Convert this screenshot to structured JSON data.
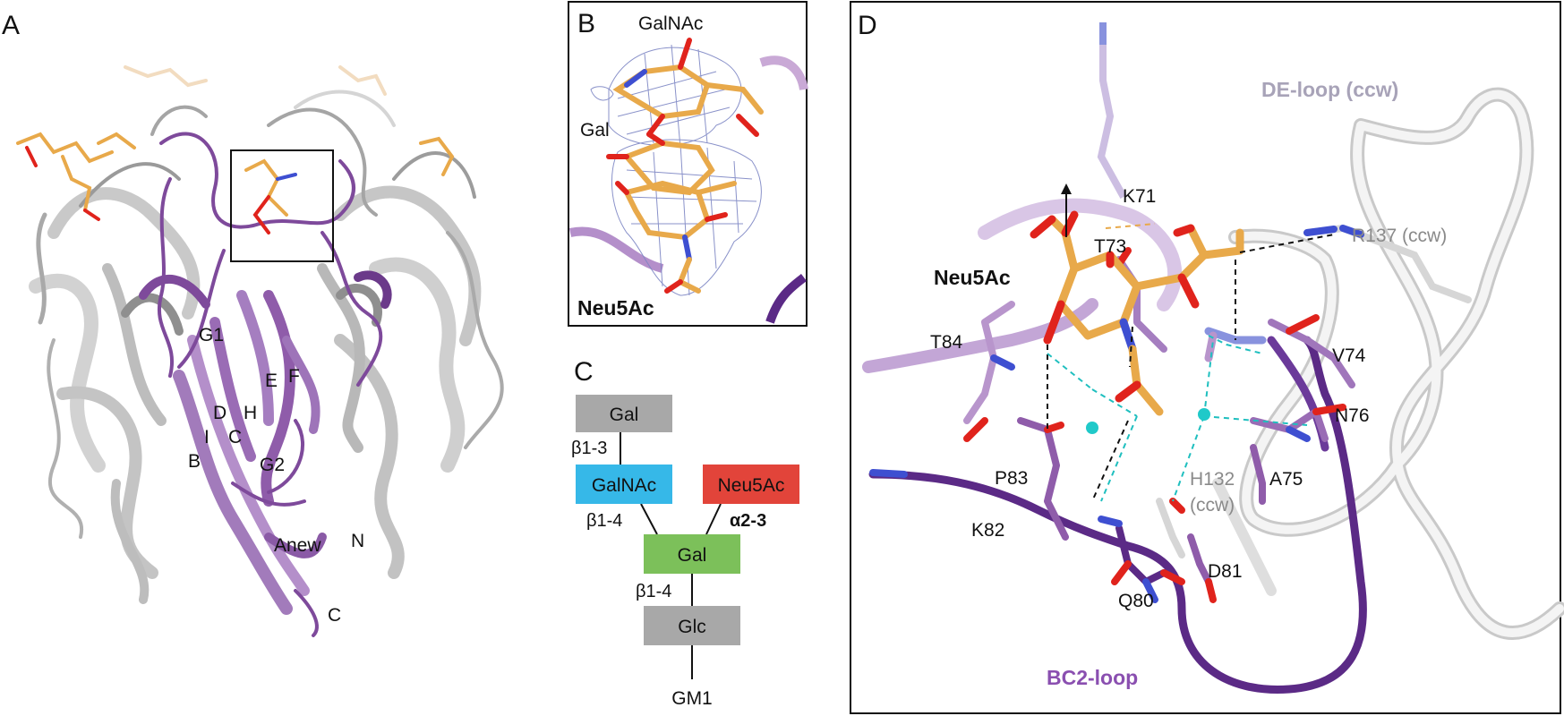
{
  "colors": {
    "purple": "#8d5aa6",
    "dark_purple": "#5b2a86",
    "light_purple": "#c9a9d6",
    "gray_ribbon": "#b9b9b9",
    "light_gray": "#e3e3e3",
    "carbon": "#e8a94a",
    "oxygen": "#e0231c",
    "nitrogen": "#3e4fd1",
    "water": "#20c9c9",
    "hbond_black": "#111111",
    "hbond_cyan": "#1fbfbf",
    "mesh": "#7d86c4",
    "gal_box": "#a8a8a8",
    "galnac_box": "#36b8e8",
    "neu5ac_box": "#e2443a",
    "gal_center_box": "#7cc05a",
    "glc_box": "#a8a8a8"
  },
  "panel_a": {
    "letter": "A",
    "strands": [
      "G1",
      "E",
      "F",
      "D",
      "H",
      "I",
      "C",
      "B",
      "G2",
      "Anew",
      "N",
      "C"
    ]
  },
  "panel_b": {
    "letter": "B",
    "labels": {
      "galnac": "GalNAc",
      "gal": "Gal",
      "neu5ac": "Neu5Ac"
    }
  },
  "panel_c": {
    "letter": "C",
    "boxes": {
      "gal_top": "Gal",
      "galnac": "GalNAc",
      "neu5ac": "Neu5Ac",
      "gal_center": "Gal",
      "glc": "Glc"
    },
    "links": {
      "b13": "β1-3",
      "b14_left": "β1-4",
      "a23": "α2-3",
      "b14_bottom": "β1-4"
    },
    "root": "GM1"
  },
  "panel_d": {
    "letter": "D",
    "labels": {
      "de_loop": "DE-loop (ccw)",
      "k71": "K71",
      "r137": "R137 (ccw)",
      "neu5ac": "Neu5Ac",
      "t73": "T73",
      "t84": "T84",
      "v74": "V74",
      "n76": "N76",
      "a75": "A75",
      "p83": "P83",
      "h132": "H132",
      "h132_ccw": "(ccw)",
      "k82": "K82",
      "d81": "D81",
      "q80": "Q80",
      "bc2_loop": "BC2-loop"
    }
  }
}
